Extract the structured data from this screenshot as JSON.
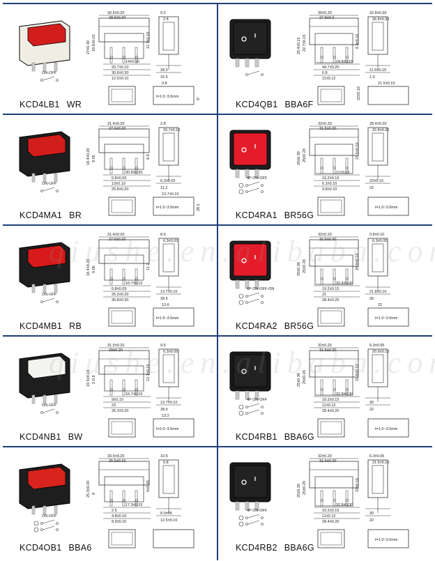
{
  "watermark": "qiushe.en.alibaba.com",
  "products": [
    {
      "id": "kcd4lb1",
      "model": "KCD4LB1",
      "suffix": "WR",
      "body_color": "#f0eee4",
      "rocker_color": "#d21d1d",
      "circuit": "ON-OFF",
      "panel_thickness": "t=1.5~3.0mm",
      "dims": [
        "30.5±0.20",
        "28.6±0.20",
        "27±0.30",
        "18.6±0.10",
        "25.7±0.10",
        "30.8±0.30",
        "12.5±0.10",
        "14±0.10",
        "9.2",
        "2.8",
        "11.3±0.10",
        "28.5",
        "15.5",
        "0.8",
        "6°"
      ]
    },
    {
      "id": "kcd4qb1",
      "model": "KCD4QB1",
      "suffix": "BBA6F",
      "body_color": "#1e1e1e",
      "rocker_color": "#222222",
      "circuit": "",
      "panel_thickness": "",
      "dims": [
        "36±0.20",
        "27.8±0.2",
        "25.4±0.15",
        "22.7±0.15",
        "44.7±0.20",
        "6.8",
        "11±0.12",
        "24.8±0.15",
        "32.8±0.30",
        "36.8±0.30",
        "6.3±0.10",
        "11.5±0.10",
        "1.0",
        "21.5±0.10",
        "22±0.10"
      ]
    },
    {
      "id": "kcd4ma1",
      "model": "KCD4MA1",
      "suffix": "BR",
      "body_color": "#1e1e1e",
      "rocker_color": "#d21d1d",
      "circuit": "ON-OFF",
      "panel_thickness": "t=1.5~3.0mm",
      "dims": [
        "31.4±0.20",
        "27.6±0.20",
        "18.4±0.20",
        "9.05",
        "0.8±0.03",
        "13±0.10",
        "25.8±0.20",
        "30.8±0.30",
        "2.8",
        "16.7±0.10",
        "8.6",
        "6.3±0.03",
        "11.2",
        "13.7±0.10",
        "28.5",
        "13.6"
      ]
    },
    {
      "id": "kcd4ra1",
      "model": "KCD4RA1",
      "suffix": "BR56G",
      "body_color": "#1e1e1e",
      "rocker_color": "#e41c2a",
      "circuit": "4P  ON-OFF",
      "panel_thickness": "t=1.0~3.0mm",
      "dims": [
        "32±0.20",
        "31.5±0.30",
        "25±0.30",
        "25±0.20",
        "19.2±0.10",
        "6.3±0.10",
        "3.8±0.10",
        "11±0.12",
        "28.4±0.20",
        "32.8±0.30",
        "21.5±0.10",
        "22±0.10",
        "22"
      ]
    },
    {
      "id": "kcd4mb1",
      "model": "KCD4MB1",
      "suffix": "RB",
      "body_color": "#1e1e1e",
      "rocker_color": "#d81a1a",
      "circuit": "ON-OFF",
      "panel_thickness": "t=1.5~3.0mm",
      "dims": [
        "31.4±0.20",
        "27.6±0.20",
        "18.4±0.20",
        "9.05",
        "0.8±0.03",
        "25.3±0.20",
        "30.8±0.30",
        "16.7±0.10",
        "8.6",
        "6.3±0.03",
        "11.2",
        "13.7±0.10",
        "28.5",
        "13.6"
      ]
    },
    {
      "id": "kcd4ra2",
      "model": "KCD4RA2",
      "suffix": "BR56G",
      "body_color": "#1e1e1e",
      "rocker_color": "#e41c2a",
      "circuit": "6P  ON-OFF-ON",
      "panel_thickness": "t=1.0~3.0mm",
      "dims": [
        "32±0.20",
        "31.5±0.30",
        "25±0.30",
        "25±0.20",
        "19.2±0.15",
        "21",
        "28.4±0.20",
        "32.8±0.30",
        "0.8±0.10",
        "6.3±0.05",
        "20.9±0.10",
        "21.8±0.10",
        "30",
        "22"
      ]
    },
    {
      "id": "kcd4nb1",
      "model": "KCD4NB1",
      "suffix": "BW",
      "body_color": "#1e1e1e",
      "rocker_color": "#f4f4f0",
      "circuit": "ON-OFF",
      "panel_thickness": "t=2.0~3.5mm",
      "dims": [
        "31.5±0.20",
        "29±0.20",
        "19.5±0.15",
        "2-0.8",
        "9±0.10",
        "23",
        "25.3±0.20",
        "16.7±0.10",
        "9.5",
        "6.3±0.05",
        "12.1±0.15",
        "13.7±0.10",
        "28.5",
        "13.2"
      ]
    },
    {
      "id": "kcd4rb1",
      "model": "KCD4RB1",
      "suffix": "BBA6G",
      "body_color": "#1a1a1a",
      "rocker_color": "#222222",
      "circuit": "4P  ON-OFF",
      "panel_thickness": "t=1.0~3.0mm",
      "dims": [
        "32±0.20",
        "31.5±0.30",
        "25±0.30",
        "25±0.20",
        "19.2±0.15",
        "11±0.12",
        "28.4±0.20",
        "32.8±0.30",
        "6.3±0.05",
        "20.9±0.10",
        "21.8±0.10",
        "30",
        "22"
      ]
    },
    {
      "id": "kcd4ob1",
      "model": "KCD4OB1",
      "suffix": "BBA6",
      "body_color": "#1e1e1e",
      "rocker_color": "#d8241c",
      "circuit": "ON-OFF",
      "panel_thickness": "",
      "dims": [
        "33.6±0.20",
        "25.5±0.15",
        "25.3±0.20",
        "8",
        "2.5",
        "4.8±0.10",
        "8.9±0.10",
        "17.3±0.15",
        "10.5",
        "0.8",
        "5±0.05",
        "8.0±05",
        "12.5±0.10"
      ]
    },
    {
      "id": "kcd4rb2",
      "model": "KCD4RB2",
      "suffix": "BBA6G",
      "body_color": "#1a1a1a",
      "rocker_color": "#222222",
      "circuit": "4P  ON-OFF",
      "panel_thickness": "t=1.0~3.0mm",
      "dims": [
        "32±0.20",
        "31.5±0.30",
        "25±0.30",
        "25±0.20",
        "19.2±0.15",
        "11±0.12",
        "28.4±0.20",
        "32.8±0.30",
        "6.3±0.05",
        "21.5±0.10",
        "22±0.10",
        "30",
        "22"
      ]
    }
  ]
}
